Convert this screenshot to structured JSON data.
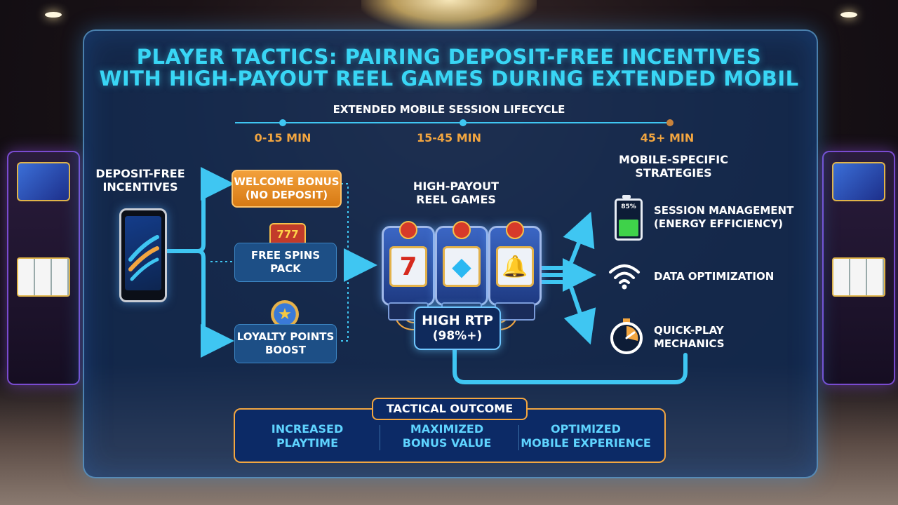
{
  "title": {
    "line1": "PLAYER TACTICS: PAIRING DEPOSIT-FREE INCENTIVES",
    "line2": "WITH HIGH-PAYOUT REEL GAMES DURING EXTENDED MOBIL"
  },
  "timeline": {
    "label": "EXTENDED MOBILE SESSION LIFECYCLE",
    "phases": [
      "0-15 MIN",
      "15-45 MIN",
      "45+ MIN"
    ]
  },
  "incentives": {
    "heading": "DEPOSIT-FREE\nINCENTIVES",
    "items": [
      {
        "label": "WELCOME BONUS\n(NO DEPOSIT)"
      },
      {
        "label": "FREE SPINS\nPACK",
        "icon_text": "777"
      },
      {
        "label": "LOYALTY POINTS\nBOOST",
        "icon_text": "★"
      }
    ]
  },
  "reel_games": {
    "heading": "HIGH-PAYOUT\nREEL GAMES",
    "symbols": [
      "7",
      "◆",
      "🔔"
    ],
    "rtp_line1": "HIGH RTP",
    "rtp_line2": "(98%+)"
  },
  "mobile": {
    "heading": "MOBILE-SPECIFIC\nSTRATEGIES",
    "battery_text": "85%",
    "items": [
      {
        "label": "SESSION MANAGEMENT\n(ENERGY EFFICIENCY)"
      },
      {
        "label": "DATA OPTIMIZATION"
      },
      {
        "label": "QUICK-PLAY\nMECHANICS"
      }
    ]
  },
  "outcome": {
    "tag": "TACTICAL OUTCOME",
    "items": [
      "INCREASED\nPLAYTIME",
      "MAXIMIZED\nBONUS VALUE",
      "OPTIMIZED\nMOBILE EXPERIENCE"
    ]
  },
  "colors": {
    "accent_cyan": "#39d6f5",
    "accent_orange": "#f3a640",
    "panel_blue": "#1d4f86"
  }
}
